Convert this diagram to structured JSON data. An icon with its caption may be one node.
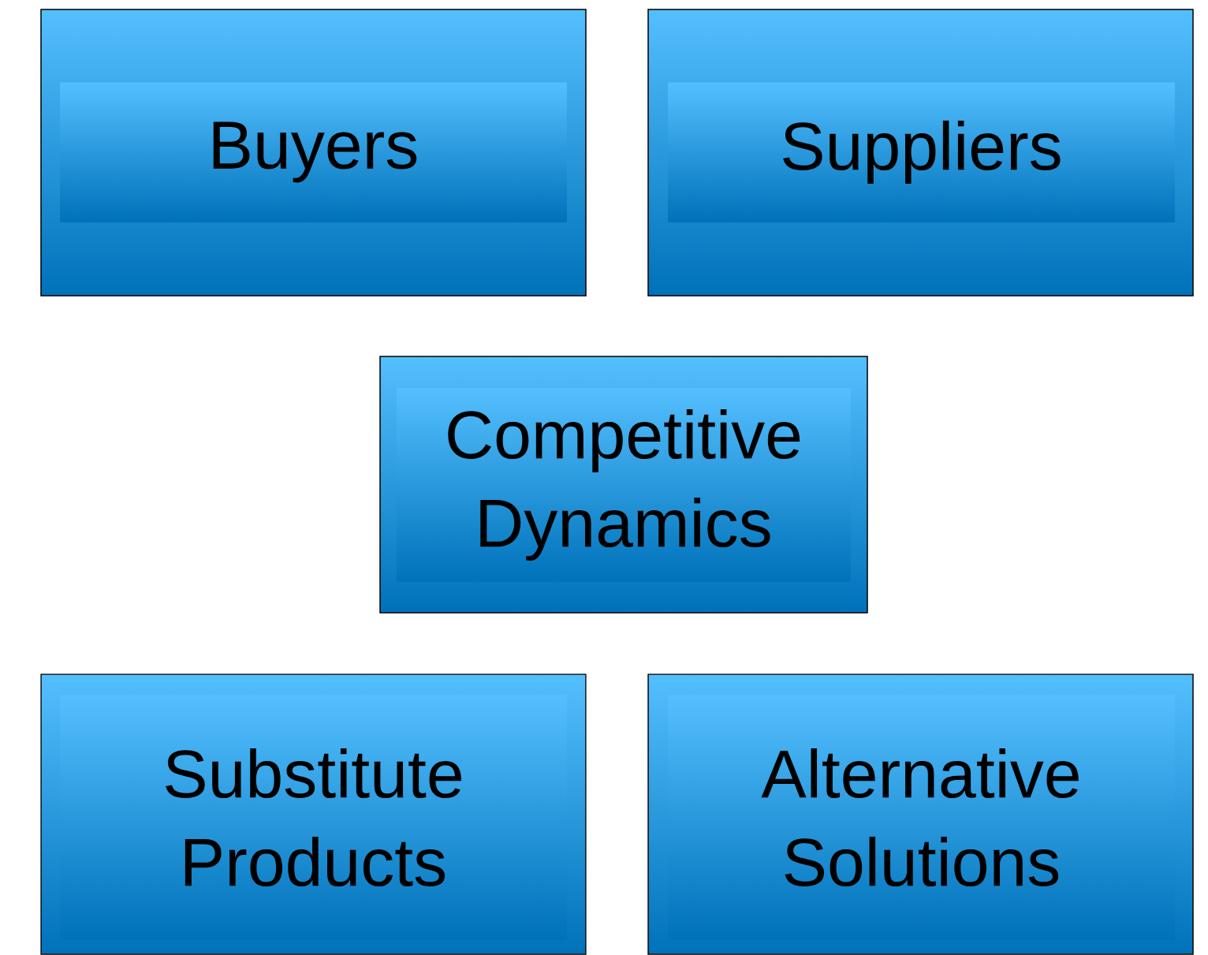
{
  "diagram": {
    "nodes": [
      {
        "text": [
          "Buyers"
        ]
      },
      {
        "text": [
          "Suppliers"
        ]
      },
      {
        "text": [
          "Competitive Dynamics"
        ]
      },
      {
        "text": [
          "Substitute Products"
        ]
      },
      {
        "text": [
          "Alternative Solutions"
        ]
      }
    ]
  }
}
